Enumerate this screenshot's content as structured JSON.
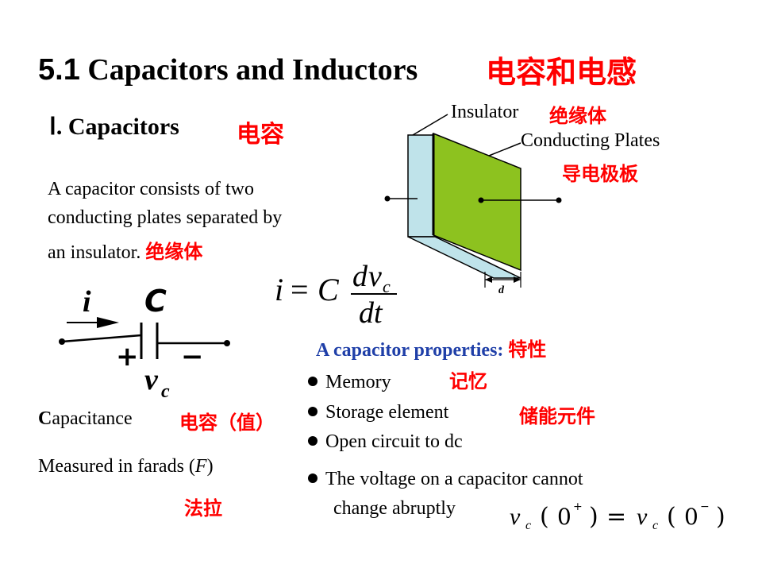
{
  "title": {
    "number": "5.1",
    "text": "Capacitors and Inductors",
    "cn": "电容和电感"
  },
  "section": {
    "marker": "Ⅰ",
    "text": ". Capacitors",
    "cn": "电容"
  },
  "diagram": {
    "insulator_label": "Insulator",
    "insulator_cn": "绝缘体",
    "plates_label": "Conducting Plates",
    "plates_cn": "导电极板",
    "gap_label": "d",
    "plate_color": "#8dc21f",
    "insulator_color": "#bfe3ea"
  },
  "definition": {
    "line1": "A capacitor consists of two",
    "line2": "conducting plates separated by",
    "line3": "an insulator.",
    "cn": "绝缘体"
  },
  "formula": {
    "lhs": "i",
    "eq": "=",
    "C": "C",
    "num_d": "d",
    "num_v": "v",
    "num_sub": "c",
    "den": "dt"
  },
  "symbol": {
    "current": "i",
    "cap": "C",
    "plus": "+",
    "minus": "−",
    "v": "v",
    "vsub": "c"
  },
  "capacitance": {
    "first": "C",
    "rest": "apacitance",
    "cn": "电容（值）"
  },
  "farads": {
    "pre": "Measured in farads (",
    "unit": "F",
    "post": ")",
    "cn": "法拉"
  },
  "properties": {
    "heading": "A capacitor properties:",
    "heading_cn": "特性",
    "items": [
      {
        "text": "Memory",
        "cn": "记忆"
      },
      {
        "text": "Storage element",
        "cn": "储能元件"
      },
      {
        "text": "Open circuit to dc",
        "cn": ""
      },
      {
        "text": "The voltage on a capacitor cannot",
        "cn": ""
      }
    ],
    "continuation": "change abruptly"
  },
  "continuity": {
    "left_v": "v",
    "left_sub": "c",
    "left_arg": "0",
    "left_sup": "+",
    "eq": "=",
    "right_v": "v",
    "right_sub": "c",
    "right_arg": "0",
    "right_sup": "−"
  }
}
